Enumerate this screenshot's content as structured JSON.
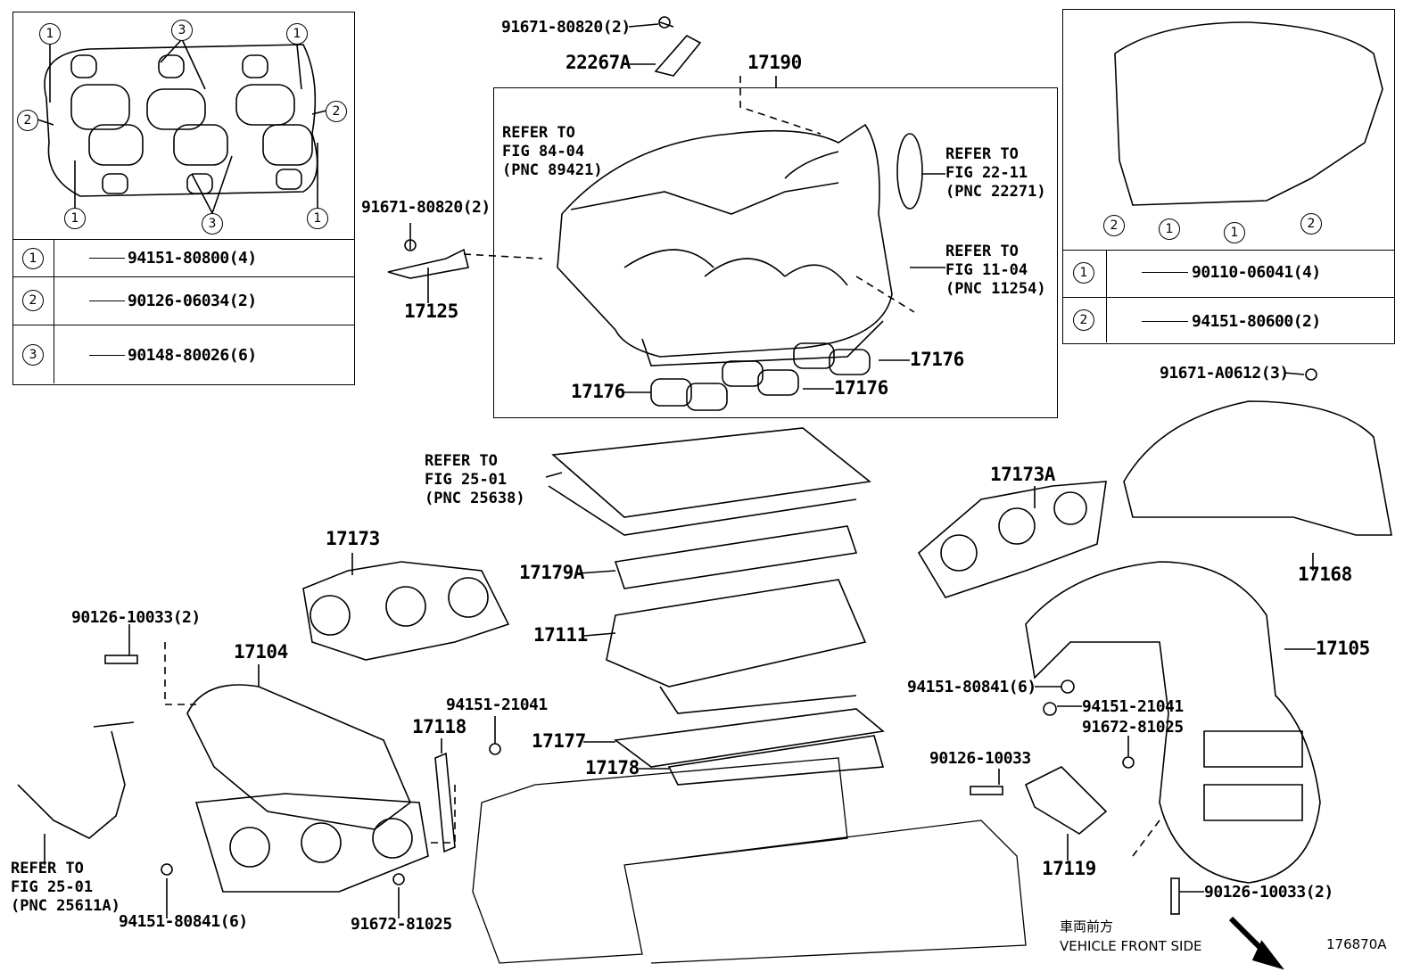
{
  "left_inset": {
    "callouts": [
      "1",
      "1",
      "1",
      "1",
      "2",
      "2",
      "3",
      "3"
    ],
    "table": [
      {
        "key": "1",
        "part": "94151-80800(4)"
      },
      {
        "key": "2",
        "part": "90126-06034(2)"
      },
      {
        "key": "3",
        "part": "90148-80026(6)"
      }
    ]
  },
  "right_inset": {
    "callouts": [
      "2",
      "1",
      "1",
      "2"
    ],
    "table": [
      {
        "key": "1",
        "part": "90110-06041(4)"
      },
      {
        "key": "2",
        "part": "94151-80600(2)"
      }
    ]
  },
  "labels": {
    "bolt_top": "91671-80820(2)",
    "p22267a": "22267A",
    "p17190": "17190",
    "ref_84": "REFER TO\nFIG 84-04\n(PNC 89421)",
    "ref_22": "REFER TO\nFIG 22-11\n(PNC 22271)",
    "ref_11": "REFER TO\nFIG 11-04\n(PNC 11254)",
    "bolt_left": "91671-80820(2)",
    "p17125": "17125",
    "p17176a": "17176",
    "p17176b": "17176",
    "p17176c": "17176",
    "bolt_right": "91671-A0612(3)",
    "p17168": "17168",
    "p17105": "17105",
    "ref_25638": "REFER TO\nFIG 25-01\n(PNC 25638)",
    "p17173a": "17173A",
    "p17173": "17173",
    "p17179a": "17179A",
    "p17111": "17111",
    "p17177": "17177",
    "p17178": "17178",
    "p17118": "17118",
    "nut_mid": "94151-21041",
    "stud_left": "90126-10033(2)",
    "p17104": "17104",
    "ref_25611a": "REFER TO\nFIG 25-01\n(PNC 25611A)",
    "nut_left": "94151-80841(6)",
    "bolt_bottom": "91672-81025",
    "nut_right6": "94151-80841(6)",
    "nut_right": "94151-21041",
    "bolt_right2": "91672-81025",
    "stud_right": "90126-10033",
    "p17119": "17119",
    "stud_right2": "90126-10033(2)",
    "front_jp": "車両前方",
    "front_en": "VEHICLE FRONT SIDE",
    "fig_id": "176870A"
  }
}
